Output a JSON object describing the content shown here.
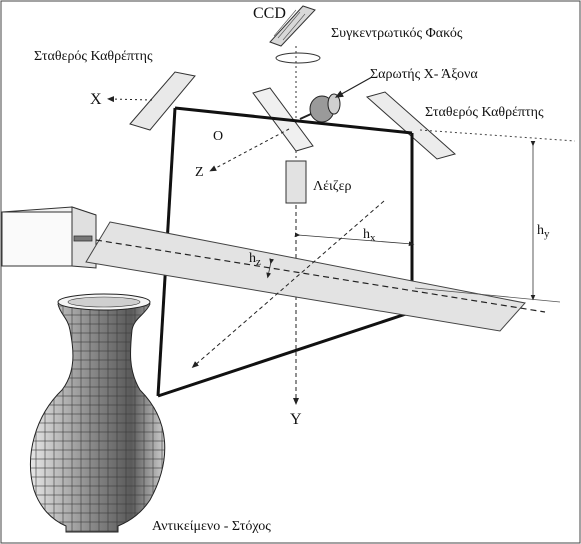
{
  "labels": {
    "ccd": "CCD",
    "lens": "Συγκεντρωτικός Φακός",
    "fixed_mirror_left": "Σταθερός Καθρέπτης",
    "scanner": "Σαρωτής Χ- Άξονα",
    "fixed_mirror_right": "Σταθερός Καθρέπτης",
    "axis_x": "X",
    "origin": "O",
    "axis_z": "Z",
    "laser": "Λέιζερ",
    "hx": "h",
    "hx_sub": "x",
    "hy": "h",
    "hy_sub": "y",
    "hz": "h",
    "hz_sub": "z",
    "axis_y": "Y",
    "target": "Αντικείμενο - Στόχος"
  }
}
